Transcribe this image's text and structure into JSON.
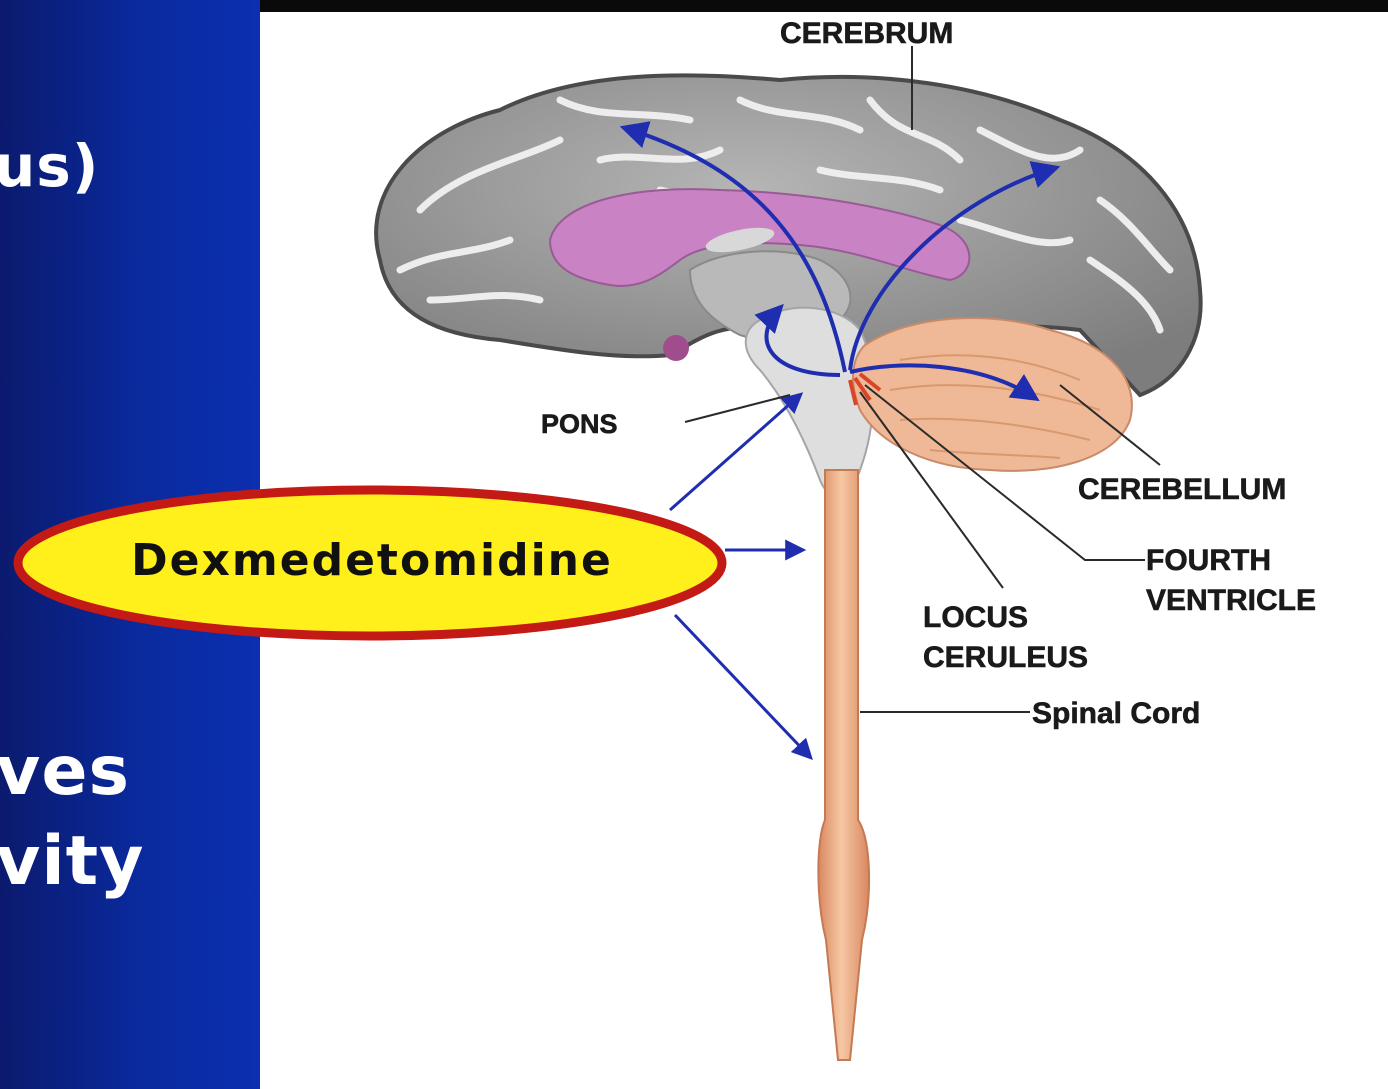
{
  "left_panel": {
    "fragments": [
      "us)",
      "ves",
      "vity"
    ],
    "background": "#0a2a9e"
  },
  "diagram": {
    "labels": {
      "cerebrum": "CEREBRUM",
      "pons": "PONS",
      "cerebellum": "CEREBELLUM",
      "fourth_ventricle_line1": "FOURTH",
      "fourth_ventricle_line2": "VENTRICLE",
      "locus_line1": "LOCUS",
      "locus_line2": "CERULEUS",
      "spinal_cord": "Spinal Cord"
    },
    "drug_label": "Dexmedetomidine",
    "colors": {
      "cortex": "#8f8f8f",
      "corpus_callosum": "#c983c4",
      "cerebellum": "#efb896",
      "spinal_cord": "#eea47a",
      "arrows": "#1f2db0",
      "ellipse_fill": "#ffef1a",
      "ellipse_border": "#c41a16"
    }
  }
}
